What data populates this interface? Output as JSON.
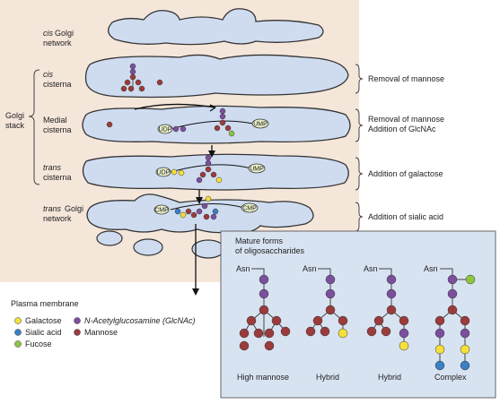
{
  "labels": {
    "cis_golgi_network_1": "cis",
    "cis_golgi_network_2": "Golgi",
    "cis_golgi_network_3": "network",
    "cis_cisterna_1": "cis",
    "cis_cisterna_2": "cisterna",
    "golgi_stack_1": "Golgi",
    "golgi_stack_2": "stack",
    "medial_cisterna_1": "Medial",
    "medial_cisterna_2": "cisterna",
    "trans_cisterna_1": "trans",
    "trans_cisterna_2": "cisterna",
    "trans_golgi_network_1": "trans",
    "trans_golgi_network_2": "Golgi",
    "trans_golgi_network_3": "network",
    "plasma_membrane": "Plasma membrane"
  },
  "steps": {
    "cis": "Removal of mannose",
    "medial_1": "Removal of mannose",
    "medial_2": "Addition of GlcNAc",
    "trans": "Addition of galactose",
    "tgn": "Addition of sialic acid"
  },
  "nucleotides": {
    "udp": "UDP",
    "ump": "UMP",
    "cmp_in": "CMP",
    "cmp_out": "CMP"
  },
  "legend": {
    "galactose": "Galactose",
    "sialic_acid": "Sialic acid",
    "fucose": "Fucose",
    "glcnac": "N-Acetylglucosamine (GlcNAc)",
    "mannose": "Mannose"
  },
  "mature": {
    "title_1": "Mature forms",
    "title_2": "of oligosaccharides",
    "asn": "Asn",
    "high_mannose": "High mannose",
    "hybrid": "Hybrid",
    "complex": "Complex"
  },
  "colors": {
    "galactose": "#f5e03a",
    "sialic_acid": "#3b7fc4",
    "fucose": "#8cc63f",
    "glcnac": "#7b4f9d",
    "mannose": "#9b3b3b",
    "lumen": "#cfdcf0",
    "cytoplasm": "#f5e6da",
    "panel": "#d8e3f2"
  }
}
